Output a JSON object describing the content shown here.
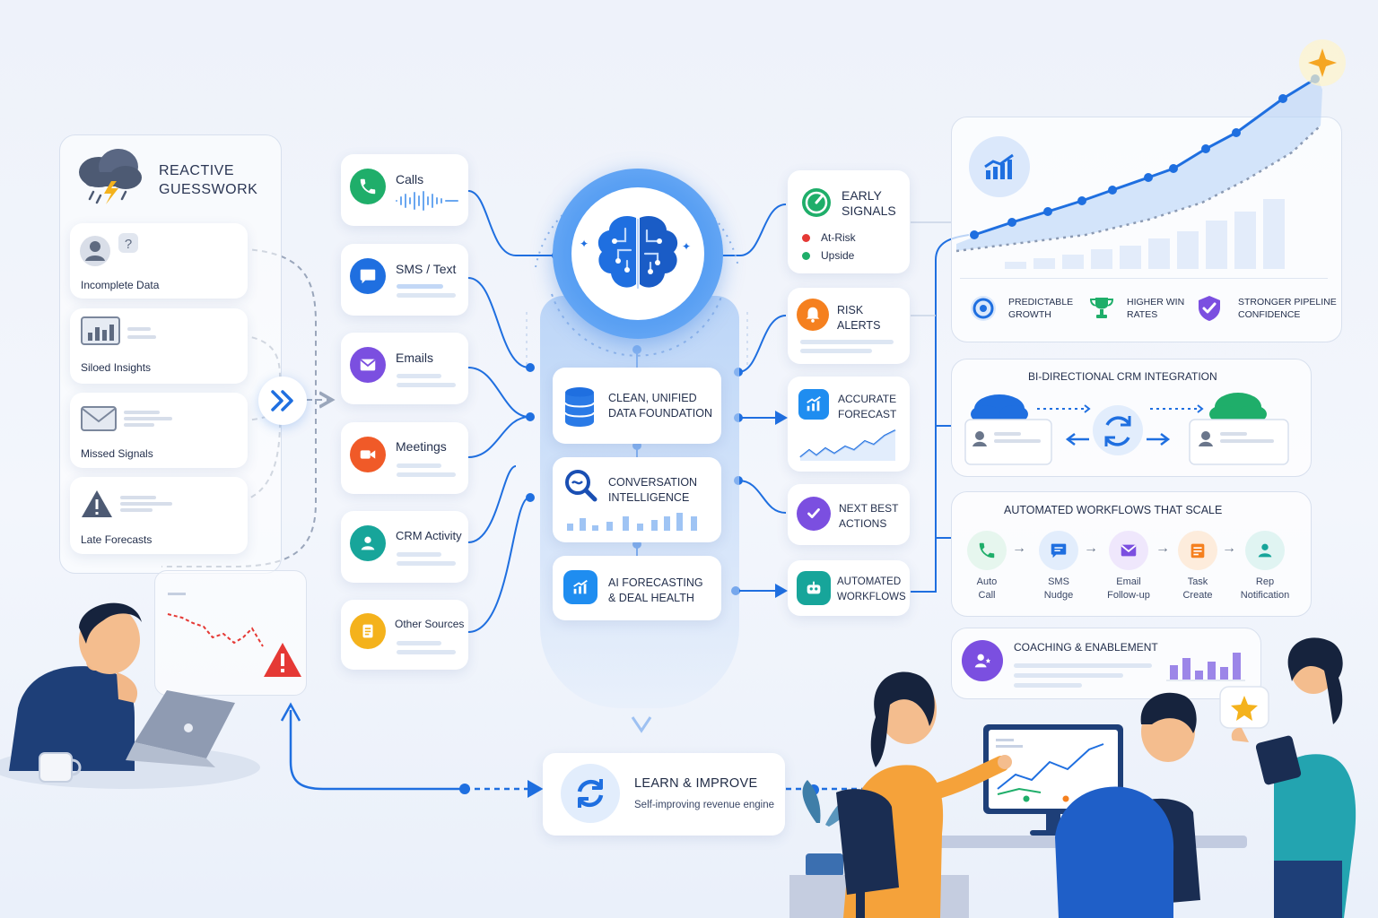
{
  "left_panel": {
    "title_line1": "REACTIVE",
    "title_line2": "GUESSWORK",
    "items": [
      {
        "label": "Incomplete Data"
      },
      {
        "label": "Siloed Insights"
      },
      {
        "label": "Missed Signals"
      },
      {
        "label": "Late Forecasts"
      }
    ]
  },
  "sources": [
    {
      "label": "Calls"
    },
    {
      "label": "SMS / Text"
    },
    {
      "label": "Emails"
    },
    {
      "label": "Meetings"
    },
    {
      "label": "CRM Activity"
    },
    {
      "label": "Other Sources"
    }
  ],
  "core": {
    "foundation": "CLEAN, UNIFIED\nDATA FOUNDATION",
    "conversation": "CONVERSATION\nINTELLIGENCE",
    "forecasting": "AI FORECASTING\n& DEAL HEALTH"
  },
  "outputs": {
    "early_signals": "EARLY\nSIGNALS",
    "at_risk": "At-Risk",
    "upside": "Upside",
    "risk_alerts": "RISK\nALERTS",
    "accurate_forecast": "ACCURATE\nFORECAST",
    "next_best_actions": "NEXT BEST\nACTIONS",
    "automated_workflows": "AUTOMATED\nWORKFLOWS"
  },
  "results": {
    "predictable": "PREDICTABLE\nGROWTH",
    "win_rates": "HIGHER WIN\nRATES",
    "pipeline": "STRONGER PIPELINE\nCONFIDENCE"
  },
  "crm": {
    "title": "BI-DIRECTIONAL CRM INTEGRATION"
  },
  "workflows": {
    "title": "AUTOMATED WORKFLOWS THAT SCALE",
    "steps": [
      {
        "label": "Auto\nCall"
      },
      {
        "label": "SMS\nNudge"
      },
      {
        "label": "Email\nFollow-up"
      },
      {
        "label": "Task\nCreate"
      },
      {
        "label": "Rep\nNotification"
      }
    ]
  },
  "coaching": {
    "title": "COACHING & ENABLEMENT"
  },
  "learn": {
    "title": "LEARN & IMPROVE",
    "subtitle": "Self-improving revenue engine"
  },
  "colors": {
    "primary": "#1f6fe0",
    "green": "#1fae6a",
    "purple": "#7b4fe0",
    "orange": "#f5801f",
    "red": "#e53935",
    "teal": "#17a59a",
    "yellow": "#f4b21c"
  },
  "icons": {
    "storm": "storm-cloud-icon",
    "brain": "brain-circuit-icon",
    "database": "database-icon",
    "refresh": "refresh-icon"
  }
}
